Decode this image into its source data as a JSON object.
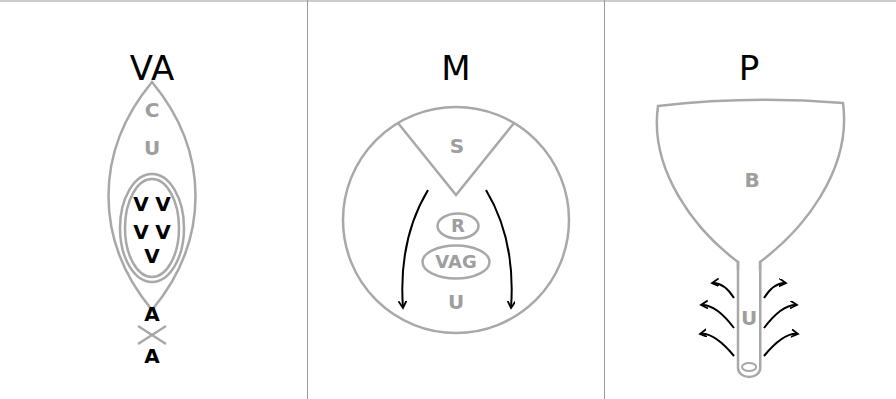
{
  "diagram": {
    "nodes": [
      {
        "text": [
          "C",
          "U"
        ]
      },
      {
        "text": [
          "V",
          "V",
          "V",
          "V",
          "V"
        ],
        "in": 0
      },
      {
        "text": [
          "U"
        ]
      },
      {
        "text": [
          "S"
        ],
        "in": 2
      },
      {
        "text": [
          "R"
        ],
        "in": 2
      },
      {
        "text": [
          "VAG"
        ],
        "in": 2
      },
      {
        "text": [
          "B"
        ]
      },
      {
        "text": [
          "U"
        ]
      }
    ],
    "labels": [
      "VA",
      "M",
      "P",
      "A",
      "A"
    ]
  }
}
